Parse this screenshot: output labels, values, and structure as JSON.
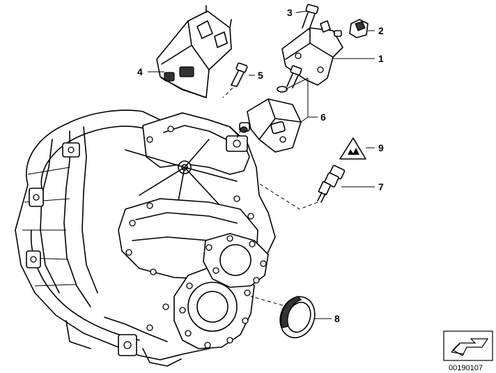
{
  "callouts": [
    {
      "id": "1",
      "label": "1"
    },
    {
      "id": "2",
      "label": "2"
    },
    {
      "id": "3",
      "label": "3"
    },
    {
      "id": "4",
      "label": "4"
    },
    {
      "id": "5",
      "label": "5"
    },
    {
      "id": "6",
      "label": "6"
    },
    {
      "id": "7",
      "label": "7"
    },
    {
      "id": "8",
      "label": "8"
    },
    {
      "id": "9",
      "label": "9"
    }
  ],
  "reference_number": "00190107",
  "icons": {
    "gearbox": "transmission-housing-icon",
    "warning_label": "warning-triangle-icon",
    "arrow_symbol": "direction-arrow-icon"
  }
}
